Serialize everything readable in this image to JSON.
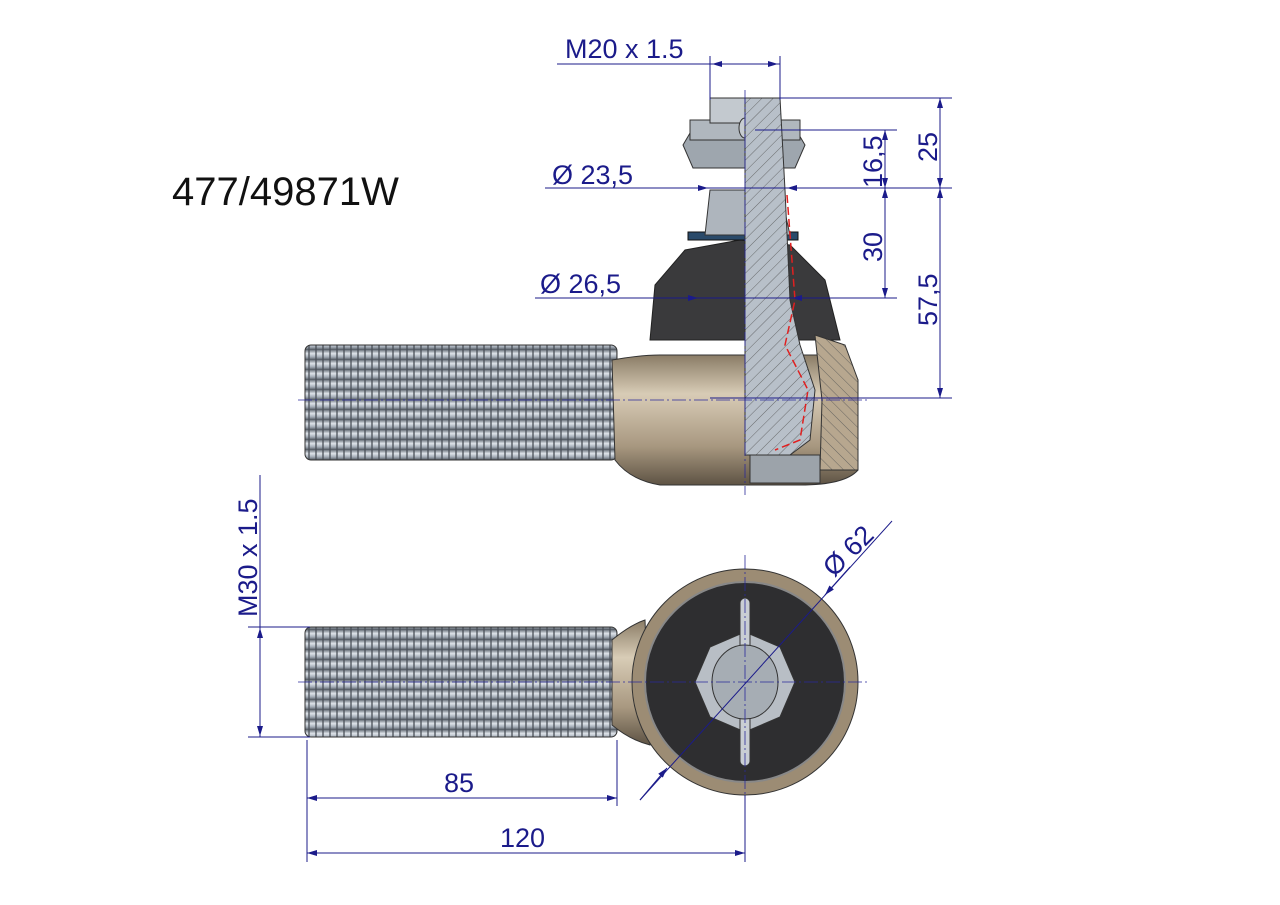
{
  "part_number": "477/49871W",
  "dimensions": {
    "stud_thread": "M20 x 1.5",
    "shank_thread": "M30 x 1.5",
    "stud_diameter_top": "Ø 23,5",
    "stud_diameter_boot": "Ø 26,5",
    "stud_length": "25",
    "nut_height": "16,5",
    "boot_height": "30",
    "stud_to_center": "57,5",
    "eye_diameter": "Ø 62",
    "thread_length": "85",
    "overall_length": "120"
  },
  "colors": {
    "dimension": "#1b1b8a",
    "thread": "#9aa3ad",
    "housing": "#b3a48c",
    "boot": "#3a3a3c",
    "section_line": "#e02020"
  }
}
